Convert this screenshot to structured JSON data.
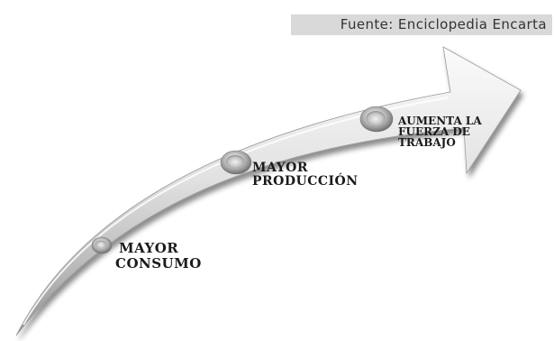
{
  "source": "Fuente: Enciclopedia Encarta",
  "steps": [
    {
      "lines": [
        "MAYOR",
        "CONSUMO"
      ]
    },
    {
      "lines": [
        "MAYOR",
        "PRODUCCIÓN"
      ]
    },
    {
      "lines": [
        "AUMENTA LA",
        "FUERZA DE",
        "TRABAJO"
      ]
    }
  ],
  "colors": {
    "arrow_light": "#f5f5f5",
    "arrow_mid": "#cfcfcf",
    "arrow_dark": "#8a8a8a",
    "banner": "#d9d9d9"
  }
}
